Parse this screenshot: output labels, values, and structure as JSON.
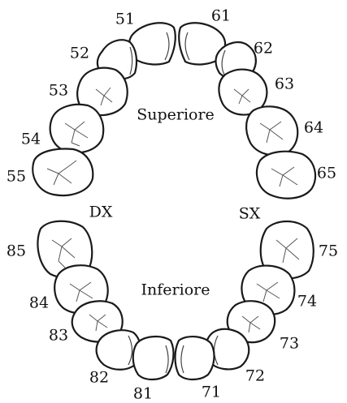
{
  "regions": {
    "upper": "Superiore",
    "lower": "Inferiore"
  },
  "sides": {
    "right": "DX",
    "left": "SX"
  },
  "teeth": {
    "t51": "51",
    "t52": "52",
    "t53": "53",
    "t54": "54",
    "t55": "55",
    "t61": "61",
    "t62": "62",
    "t63": "63",
    "t64": "64",
    "t65": "65",
    "t71": "71",
    "t72": "72",
    "t73": "73",
    "t74": "74",
    "t75": "75",
    "t81": "81",
    "t82": "82",
    "t83": "83",
    "t84": "84",
    "t85": "85"
  }
}
